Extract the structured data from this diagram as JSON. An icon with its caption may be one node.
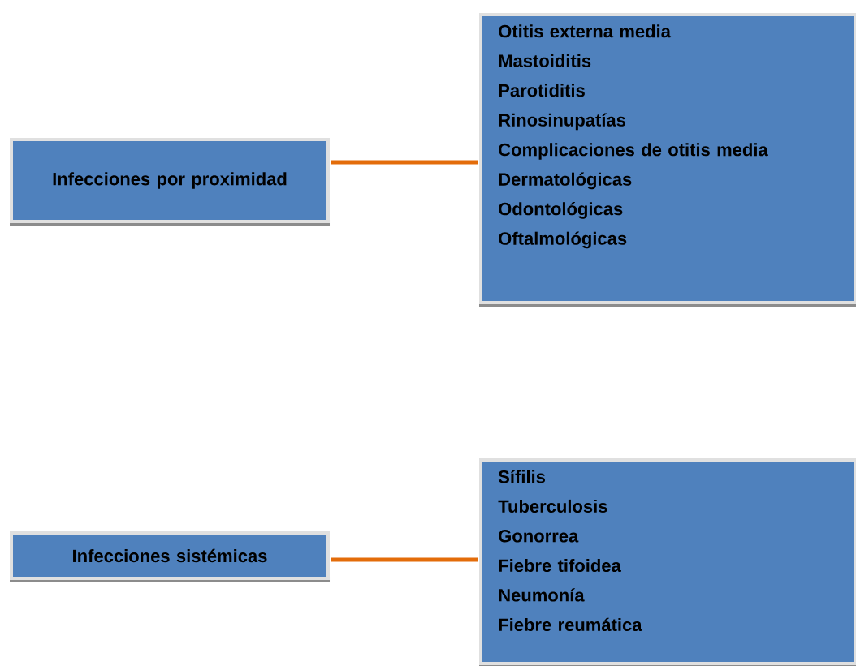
{
  "diagram": {
    "nodes": [
      {
        "text": [
          "Infecciones por proximidad"
        ]
      },
      {
        "text": [
          "Otitis externa media",
          "Mastoiditis",
          "Parotiditis",
          "Rinosinupatías",
          "Complicaciones de otitis media",
          "Dermatológicas",
          "Odontológicas",
          "Oftalmológicas"
        ]
      },
      {
        "text": [
          "Infecciones sistémicas"
        ]
      },
      {
        "text": [
          "Sífilis",
          "Tuberculosis",
          "Gonorrea",
          "Fiebre tifoidea",
          "Neumonía",
          "Fiebre reumática"
        ]
      }
    ],
    "edges": [
      {
        "from": 0,
        "to": 1,
        "arrow": "none"
      },
      {
        "from": 2,
        "to": 3,
        "arrow": "none"
      }
    ]
  }
}
